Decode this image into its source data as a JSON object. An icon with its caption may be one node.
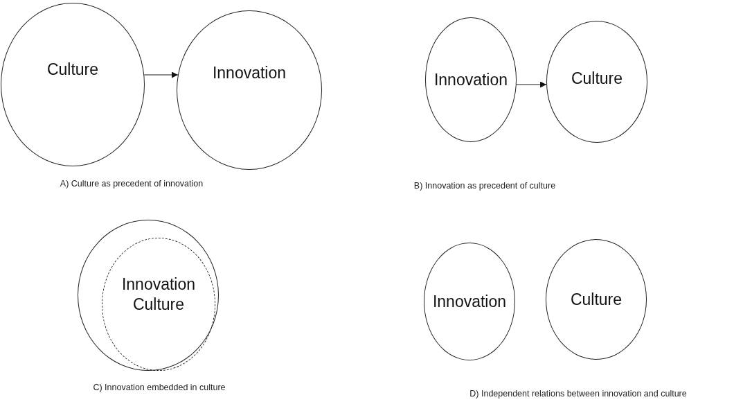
{
  "diagram": {
    "nodes": [
      {
        "text": [
          "Culture"
        ]
      },
      {
        "text": [
          "Innovation"
        ]
      },
      {
        "text": [
          "Innovation"
        ]
      },
      {
        "text": [
          "Culture"
        ]
      },
      {
        "text": [],
        "shape": "circle"
      },
      {
        "text": [
          "Innovation",
          "Culture"
        ],
        "in": 4
      },
      {
        "text": [
          "Innovation"
        ]
      },
      {
        "text": [
          "Culture"
        ]
      }
    ],
    "edges": [
      {
        "from": 0,
        "to": 1,
        "arrow": "to"
      },
      {
        "from": 2,
        "to": 3,
        "arrow": "to"
      }
    ],
    "labels": [
      "A) Culture as precedent of innovation",
      "B) Innovation as precedent of culture",
      "C) Innovation embedded in culture",
      "D) Independent relations between innovation and culture"
    ]
  }
}
